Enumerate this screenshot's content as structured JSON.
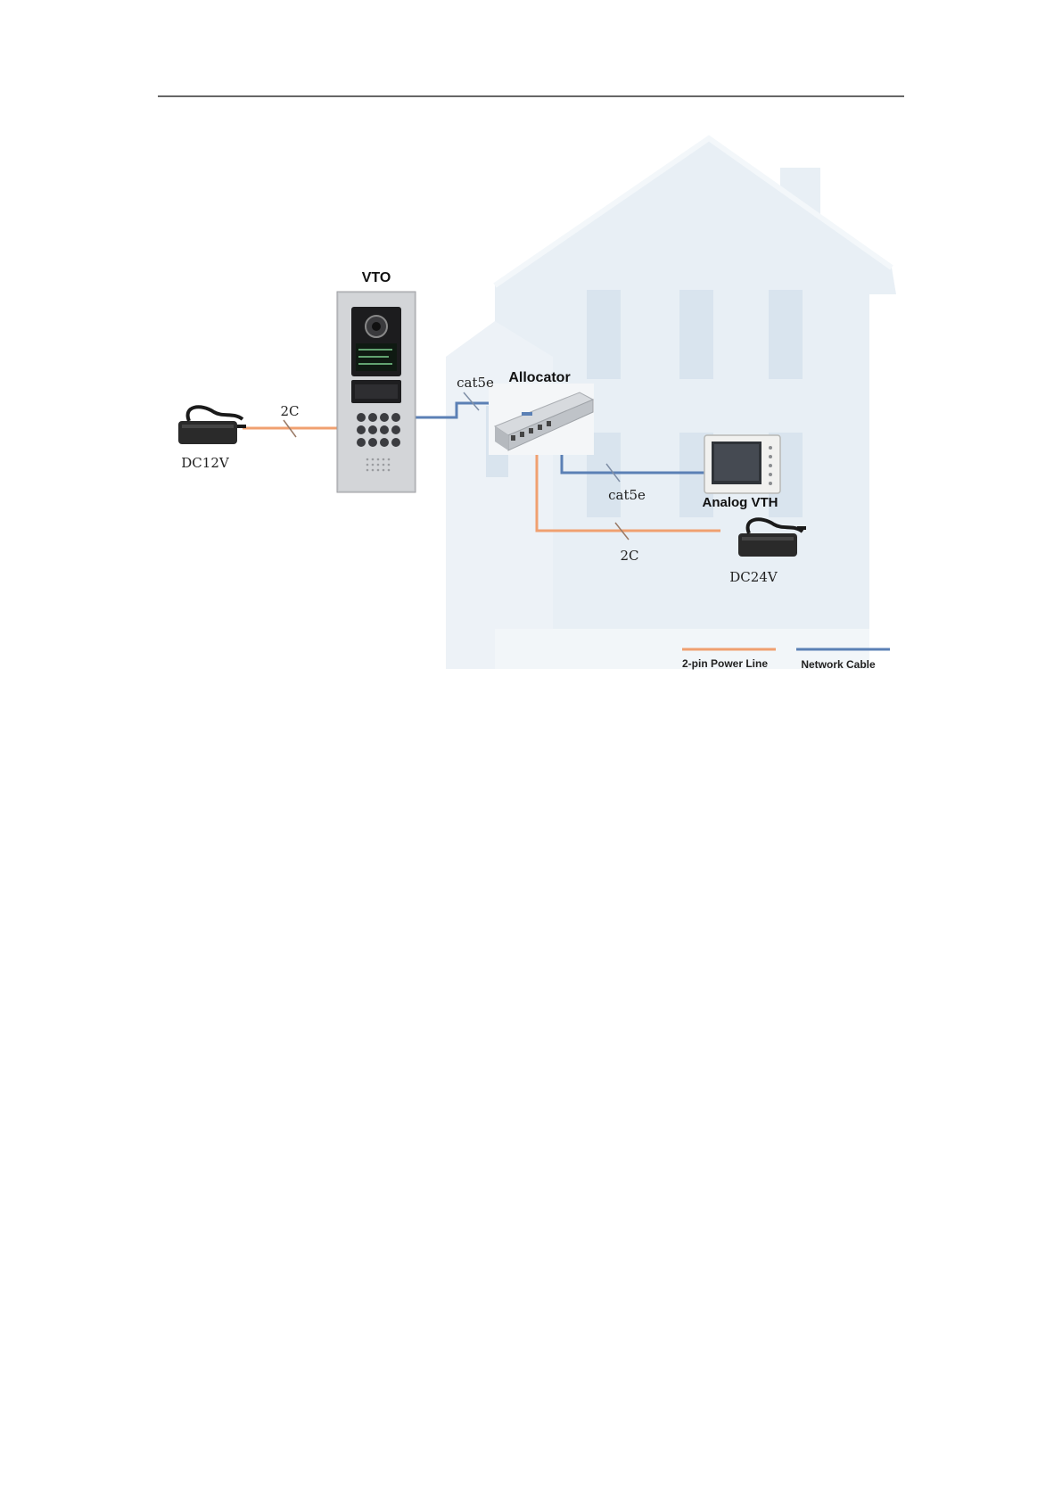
{
  "diagram": {
    "devices": {
      "vto": "VTO",
      "allocator": "Allocator",
      "vth": "Analog VTH"
    },
    "power_supplies": {
      "left": "DC12V",
      "right": "DC24V"
    },
    "cable_labels": {
      "vto_power": "2C",
      "vto_allocator": "cat5e",
      "allocator_vth": "cat5e",
      "allocator_power": "2C"
    },
    "legend": {
      "power_line": "2-pin Power Line",
      "network_cable": "Network Cable"
    }
  },
  "colors": {
    "power_line": "#F0A070",
    "network_cable": "#5B80B5",
    "house": "#E6EDF3",
    "house_windows": "#D7E2EC"
  }
}
